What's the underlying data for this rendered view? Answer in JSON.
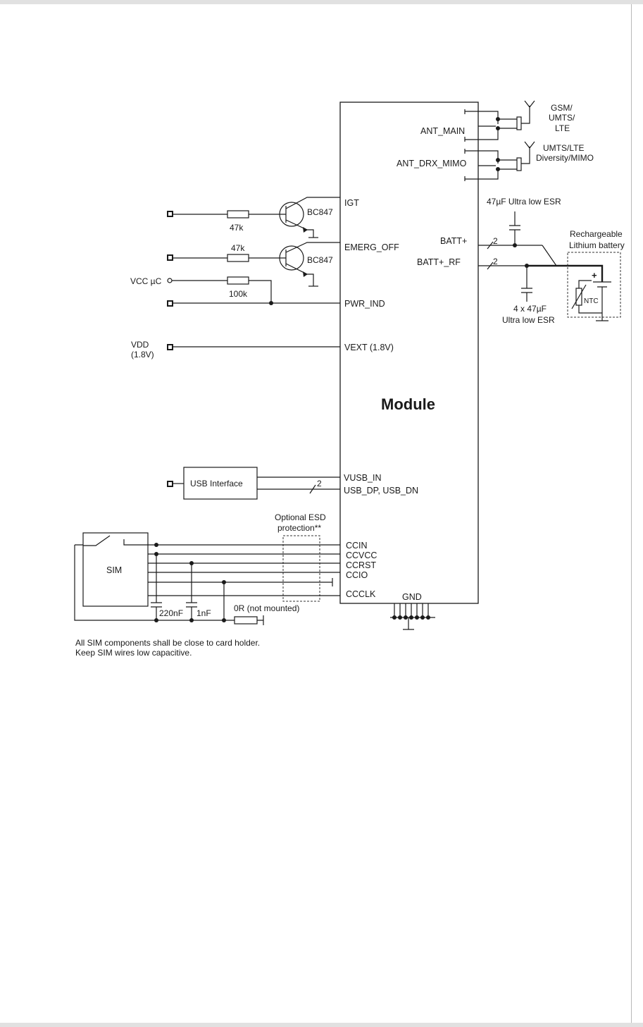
{
  "module": {
    "title": "Module"
  },
  "pins": {
    "ant_main": "ANT_MAIN",
    "ant_drx_mimo": "ANT_DRX_MIMO",
    "igt": "IGT",
    "emerg_off": "EMERG_OFF",
    "pwr_ind": "PWR_IND",
    "vext": "VEXT (1.8V)",
    "batt_plus": "BATT+",
    "batt_plus_rf": "BATT+_RF",
    "vusb_in": "VUSB_IN",
    "usb_dp_dn": "USB_DP, USB_DN",
    "ccin": "CCIN",
    "ccvcc": "CCVCC",
    "ccrst": "CCRST",
    "ccio": "CCIO",
    "ccclk": "CCCLK",
    "gnd": "GND"
  },
  "antennas": {
    "main": [
      "GSM/",
      "UMTS/",
      "LTE"
    ],
    "diversity": [
      "UMTS/LTE",
      "Diversity/MIMO"
    ]
  },
  "components": {
    "r_igt": "47k",
    "r_emerg": "47k",
    "r_pwr": "100k",
    "transistor_1": "BC847",
    "transistor_2": "BC847",
    "cap_batt": "47µF Ultra low ESR",
    "cap_batt_rf": [
      "4 x 47µF",
      "Ultra low ESR"
    ],
    "battery": [
      "Rechargeable",
      "Lithium battery"
    ],
    "ntc": "NTC",
    "battery_plus": "+",
    "bus_batt": "2",
    "bus_batt_rf": "2",
    "bus_usb": "2",
    "usb_interface": "USB Interface",
    "sim": "SIM",
    "esd": [
      "Optional ESD",
      "protection**"
    ],
    "c_220n": "220nF",
    "c_1n": "1nF",
    "r_0r": "0R (not mounted)"
  },
  "power": {
    "vcc_uc": "VCC µC",
    "vdd": [
      "VDD",
      "(1.8V)"
    ]
  },
  "notes": [
    "All SIM components shall be close to card holder.",
    "Keep SIM wires low capacitive."
  ]
}
